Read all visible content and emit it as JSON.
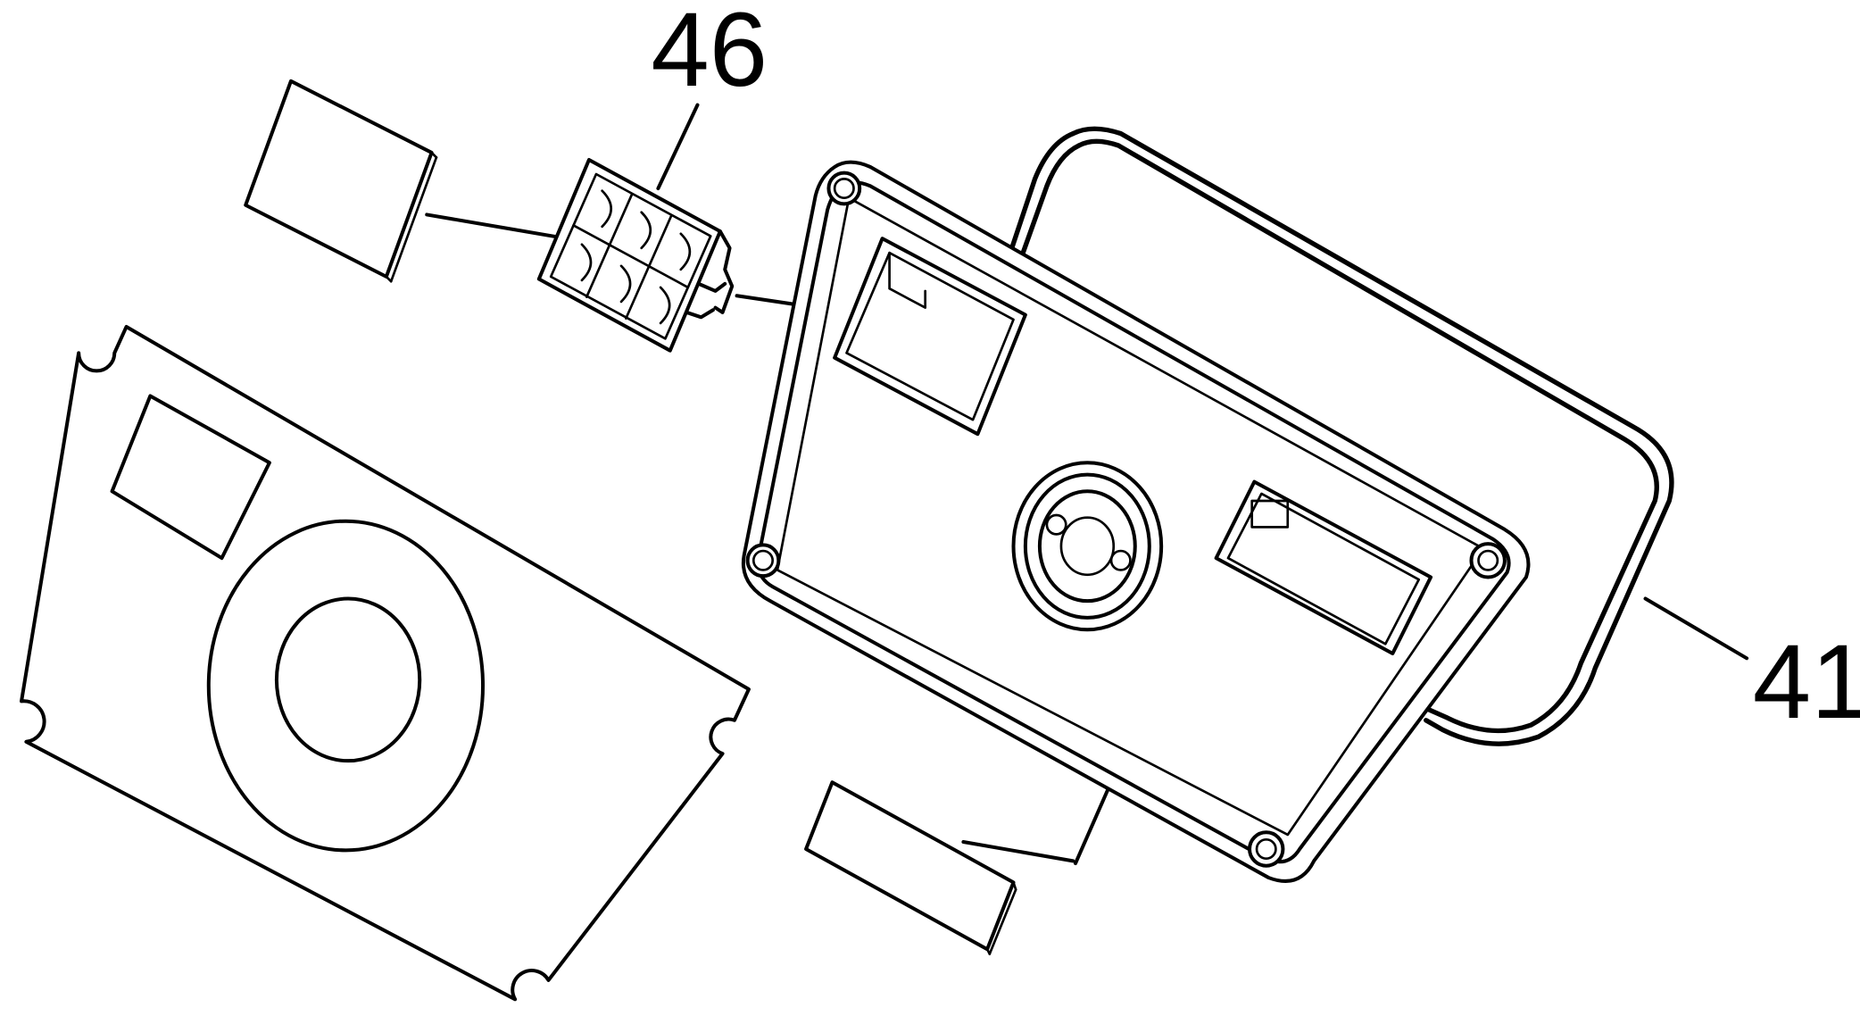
{
  "drawing": {
    "reference_labels": [
      {
        "id": "label-46",
        "text": "46"
      },
      {
        "id": "label-41",
        "text": "41"
      }
    ]
  }
}
